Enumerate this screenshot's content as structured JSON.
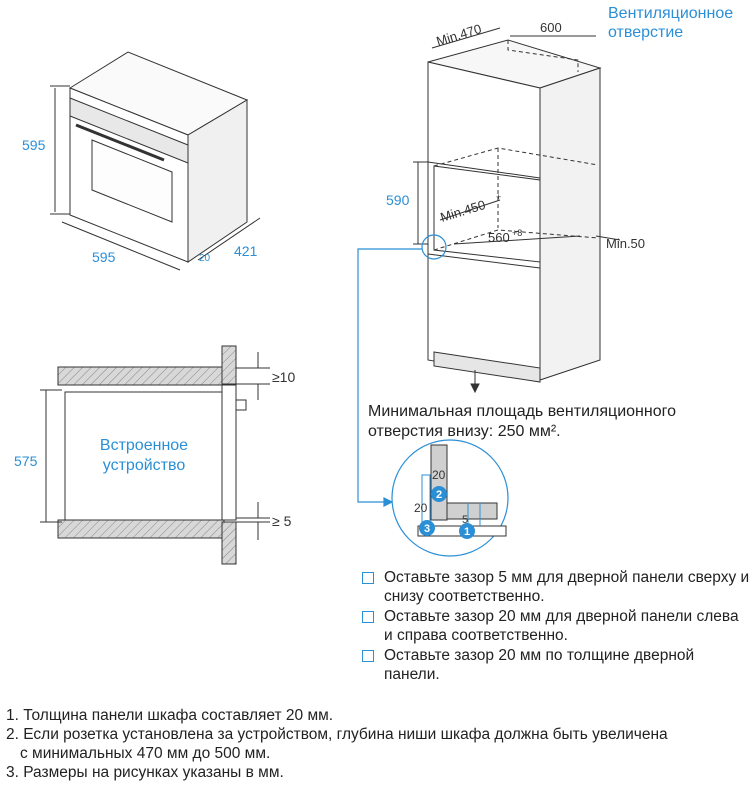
{
  "oven": {
    "dim_height": "595",
    "dim_width": "595",
    "dim_depth": "421",
    "dim_door": "20"
  },
  "cabinet": {
    "dim_min_depth": "Min.470",
    "dim_width": "600",
    "vent_label_line1": "Вентиляционное",
    "vent_label_line2": "отверстие",
    "dim_niche_height": "590",
    "dim_niche_depth": "Min.450",
    "dim_niche_depth_sup": "+",
    "dim_niche_width": "560",
    "dim_niche_width_sup": "+8",
    "dim_min50": "Min.50",
    "bottom_vent_line1": "Минимальная площадь вентиляционного",
    "bottom_vent_line2": "отверстия внизу: 250 мм²."
  },
  "section": {
    "dim_height": "575",
    "label_line1": "Встроенное",
    "label_line2": "устройство",
    "gap_top": "≥10",
    "gap_bottom": "≥ 5"
  },
  "detail": {
    "dim_20_top": "20",
    "dim_20_left": "20",
    "dim_5": "5",
    "marker_1": "1",
    "marker_2": "2",
    "marker_3": "3"
  },
  "bullets": [
    "Оставьте зазор 5 мм для дверной панели сверху и снизу соответственно.",
    "Оставьте зазор 20 мм для дверной панели слева и справа соответственно.",
    "Оставьте зазор 20 мм по толщине дверной панели."
  ],
  "notes": [
    "1. Толщина панели шкафа составляет 20 мм.",
    "2. Если розетка установлена за устройством, глубина ниши шкафа должна быть увеличена",
    "с минимальных 470 мм до 500 мм.",
    "3. Размеры на рисунках указаны в мм."
  ],
  "colors": {
    "accent": "#2b8fd6",
    "hatch": "#c8c8c8",
    "line": "#333333"
  }
}
